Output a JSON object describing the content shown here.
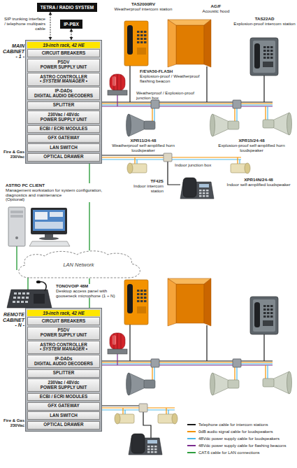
{
  "diagram": {
    "nodes": [
      {
        "text": [
          "TETRA / RADIO SYSTEM"
        ]
      },
      {
        "text": [
          "IP-PBX"
        ]
      },
      {
        "text": [
          "19-inch rack, 42 HE"
        ]
      },
      {
        "text": [
          "CIRCUIT BREAKERS"
        ],
        "in": 2
      },
      {
        "text": [
          "PSDV",
          "POWER SUPPLY UNIT"
        ],
        "in": 2
      },
      {
        "text": [
          "ASTRO CONTROLLER",
          "• SYSTEM MANAGER •"
        ],
        "in": 2
      },
      {
        "text": [
          "IP-DADs",
          "DIGITAL AUDIO DECODERS"
        ],
        "in": 2
      },
      {
        "text": [
          "SPLITTER"
        ],
        "in": 2
      },
      {
        "text": [
          "230Vac / 48Vdc",
          "POWER SUPPLY UNIT"
        ],
        "in": 2
      },
      {
        "text": [
          "ECBI / ECRI MODULES"
        ],
        "in": 2
      },
      {
        "text": [
          "GFX GATEWAY"
        ],
        "in": 2
      },
      {
        "text": [
          "LAN SWITCH"
        ],
        "in": 2
      },
      {
        "text": [
          "OPTICAL DRAWER"
        ],
        "in": 2
      },
      {
        "text": [
          "LAN Network"
        ]
      },
      {
        "text": [
          "19-inch rack, 42 HE"
        ]
      },
      {
        "text": [
          "CIRCUIT BREAKERS"
        ],
        "in": 14
      },
      {
        "text": [
          "PSDV",
          "POWER SUPPLY UNIT"
        ],
        "in": 14
      },
      {
        "text": [
          "ASTRO CONTROLLER",
          "• SYSTEM MANAGER •"
        ],
        "in": 14
      },
      {
        "text": [
          "IP-DADs",
          "DIGITAL AUDIO DECODERS"
        ],
        "in": 14
      },
      {
        "text": [
          "SPLITTER"
        ],
        "in": 14
      },
      {
        "text": [
          "230Vac / 48Vdc",
          "POWER SUPPLY UNIT"
        ],
        "in": 14
      },
      {
        "text": [
          "ECBI / ECRI MODULES"
        ],
        "in": 14
      },
      {
        "text": [
          "GFX GATEWAY"
        ],
        "in": 14
      },
      {
        "text": [
          "LAN SWITCH"
        ],
        "in": 14
      },
      {
        "text": [
          "OPTICAL DRAWER"
        ],
        "in": 14
      }
    ],
    "edges": [
      {
        "from": 0,
        "to": 2,
        "arrow": "both"
      },
      {
        "from": 1,
        "to": 2,
        "arrow": "both"
      },
      {
        "from": 2,
        "to": 13,
        "arrow": "none"
      },
      {
        "from": 13,
        "to": 14,
        "arrow": "none"
      }
    ],
    "labels": [
      "SIP trunking interface / telephone multipairs cable",
      "MAIN CABINET - 1 -",
      "Fire & Gas",
      "230Vac",
      "TAS2000RV",
      "Weatherproof intercom station",
      "AG/F",
      "Acoustic hood",
      "TAS22AD",
      "Explosion-proof intercom station",
      "F/EVA50-FLASH",
      "Explosion-proof / Weatherproof flashing beacon",
      "Weatherproof / Explosion-proof junction box",
      "XPR11/24-48",
      "Weatherproof self-amplified horn loudspeaker",
      "XPR15/24-48",
      "Explosion-proof self-amplified horn loudspeaker",
      "Indoor junction box",
      "XPR14N/24-48",
      "Indoor self-amplified loudspeaker",
      "TF42S",
      "Indoor intercom station",
      "ASTRO PC CLIENT",
      "Management workstation for system configuration, diagnostics and maintenance",
      "(Optional)",
      "TONOVOIP 48M",
      "Desktop access panel with gooseneck microphone (1 ÷ N)",
      "REMOTE CABINET - N -",
      "Fire & Gas",
      "230Vac"
    ],
    "legend": [
      {
        "text": "Telephone cable for intercom stations",
        "color": "#1a1a1a"
      },
      {
        "text": "0dB audio signal cable for loudspeakers",
        "color": "#f39200"
      },
      {
        "text": "48Vdc power supply cable for loudspeakers",
        "color": "#4db8e8"
      },
      {
        "text": "48Vdc power supply cable for flashing beacons",
        "color": "#7b2d8e"
      },
      {
        "text": "CAT.6 cable for LAN connections",
        "color": "#2e9e3e"
      }
    ]
  }
}
